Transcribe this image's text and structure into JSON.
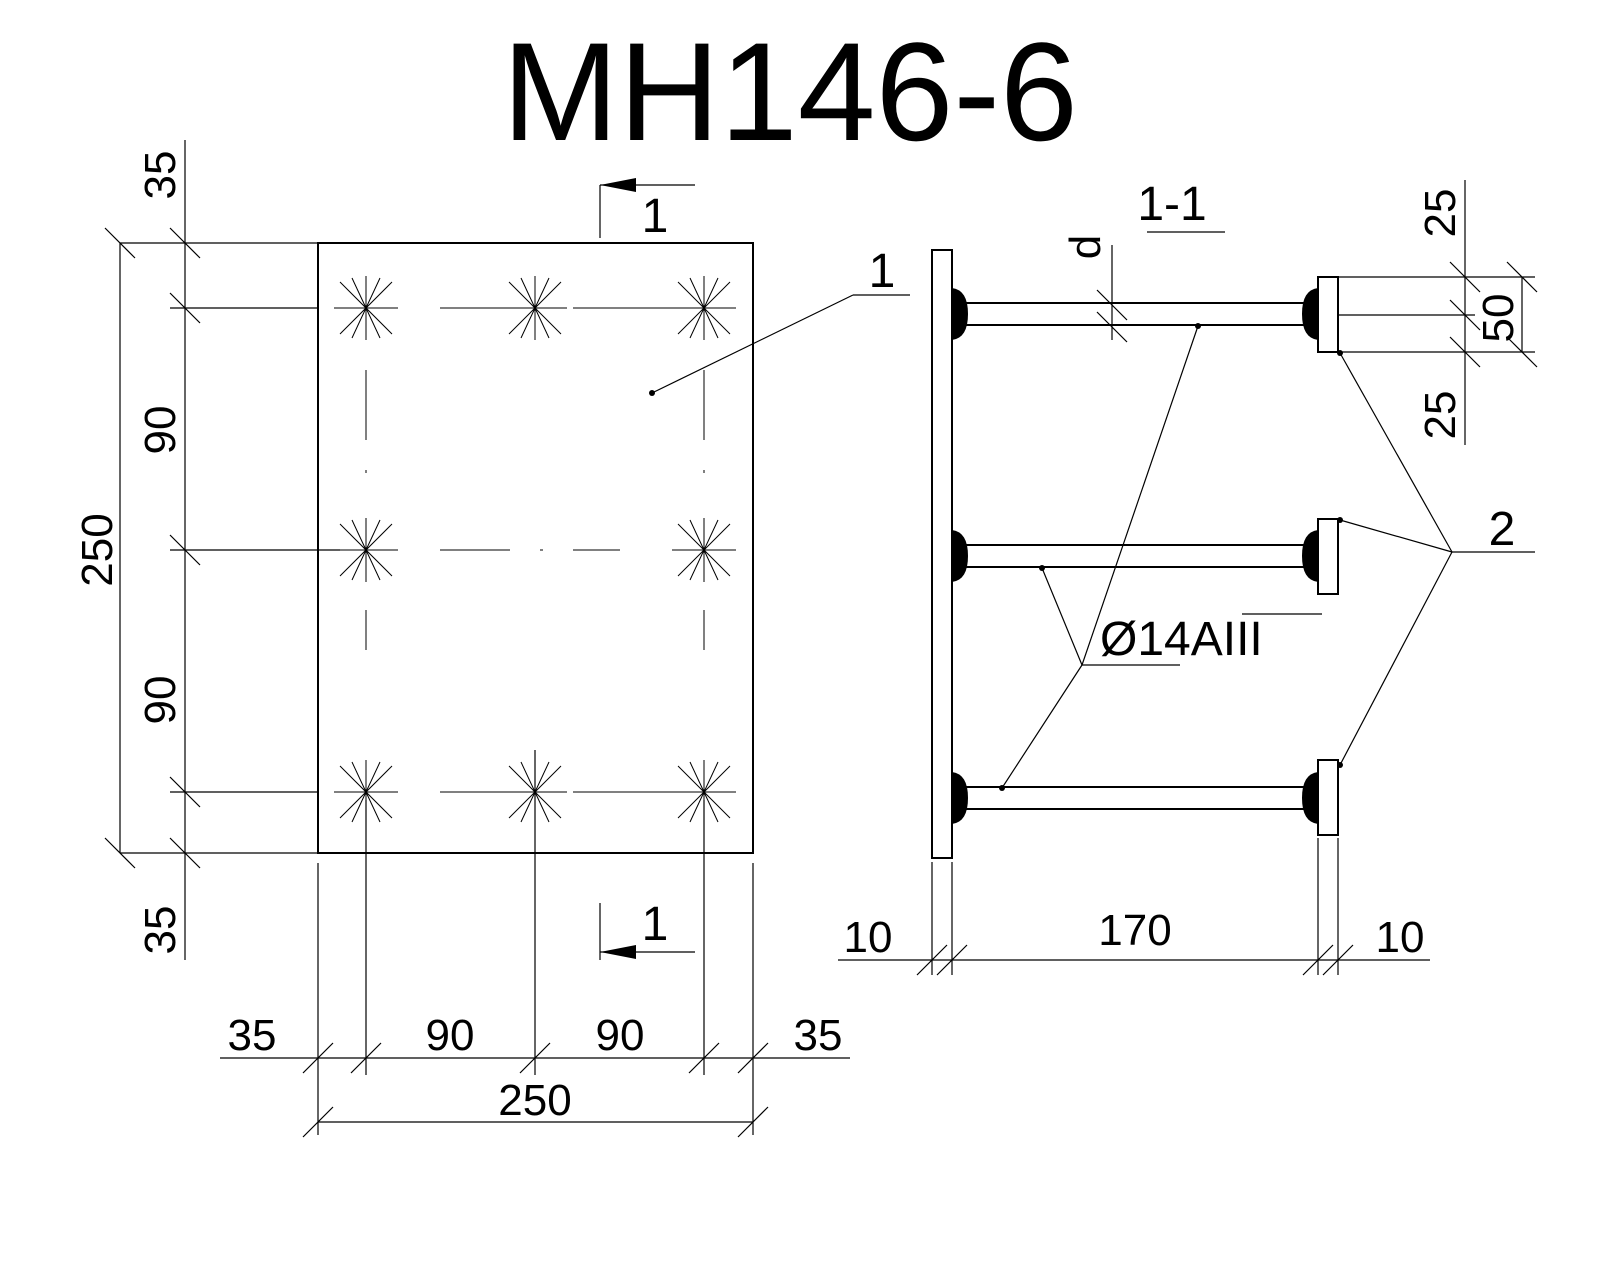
{
  "title": "MH146-6",
  "colors": {
    "line": "#000000",
    "weld": "#000000",
    "background": "#ffffff"
  },
  "plan": {
    "section_marks": [
      "1",
      "1"
    ],
    "part_label": "1",
    "left_dims": [
      "35",
      "90",
      "90",
      "35"
    ],
    "overall_height": "250",
    "bottom_dims": [
      "35",
      "90",
      "90",
      "35"
    ],
    "overall_width": "250"
  },
  "section": {
    "title": "1-1",
    "thickness_label": "d",
    "rebar_label": "Ø14AIII",
    "part_label": "2",
    "right_dims": [
      "25",
      "50",
      "25"
    ],
    "bottom_dims": [
      "10",
      "170",
      "10"
    ]
  }
}
